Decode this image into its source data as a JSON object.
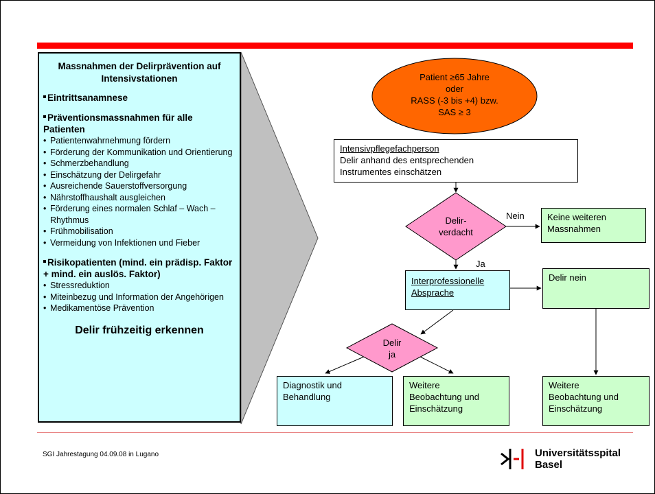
{
  "left_panel": {
    "title": "Massnahmen der Delirprävention auf Intensivstationen",
    "section1": "Eintrittsanamnese",
    "section2": "Präventionsmassnahmen für alle Patienten",
    "section2_items": [
      "Patientenwahrnehmung fördern",
      "Förderung der Kommunikation und Orientierung",
      "Schmerzbehandlung",
      "Einschätzung der Delirgefahr",
      "Ausreichende Sauerstoffversorgung",
      "Nährstoffhaushalt ausgleichen",
      "Förderung eines normalen Schlaf – Wach – Rhythmus",
      "Frühmobilisation",
      "Vermeidung von Infektionen und Fieber"
    ],
    "section3": "Risikopatienten (mind. ein prädisp. Faktor +  mind. ein auslös. Faktor)",
    "section3_items": [
      "Stressreduktion",
      "Miteinbezug und Information der Angehörigen",
      "Medikamentöse Prävention"
    ],
    "footer": "Delir frühzeitig erkennen"
  },
  "flow": {
    "oval": [
      "Patient ≥65 Jahre",
      "oder",
      "RASS (-3 bis +4) bzw.",
      "SAS ≥ 3"
    ],
    "assess_box_title": "Intensivpflegefachperson",
    "assess_box_text": [
      "Delir anhand des entsprechenden",
      "Instrumentes einschätzen"
    ],
    "diamond1": [
      "Delir-",
      "verdacht"
    ],
    "label_nein": "Nein",
    "label_ja": "Ja",
    "no_action_box": [
      "Keine weiteren",
      "Massnahmen"
    ],
    "interprof_box": [
      "Interprofessionelle",
      "Absprache"
    ],
    "delir_nein_box": "Delir nein",
    "diamond2": [
      "Delir",
      "ja"
    ],
    "diag_box": [
      "Diagnostik und",
      "Behandlung"
    ],
    "observe_box_1": [
      "Weitere",
      "Beobachtung und",
      "Einschätzung"
    ],
    "observe_box_2": [
      "Weitere",
      "Beobachtung und",
      "Einschätzung"
    ]
  },
  "footer": {
    "left_text": "SGI Jahrestagung  04.09.08 in Lugano",
    "logo_line1": "Universitätsspital",
    "logo_line2": "Basel"
  },
  "colors": {
    "accent_red": "#ff0000",
    "oval_fill": "#ff6600",
    "diamond_fill": "#ff99cc",
    "cyan": "#ccffff",
    "green": "#ccffcc",
    "chevron_gray": "#c0c0c0"
  },
  "icons": [
    "university-logo-icon"
  ]
}
